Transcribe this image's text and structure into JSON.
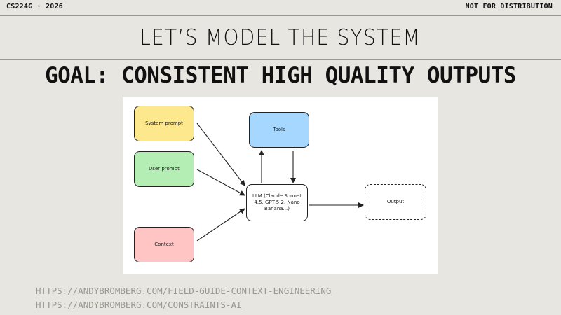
{
  "header": {
    "course": "CS224G · 2026",
    "notice": "NOT FOR DISTRIBUTION"
  },
  "slide": {
    "title": "LET’S MODEL THE SYSTEM",
    "subtitle": "GOAL: CONSISTENT HIGH QUALITY OUTPUTS"
  },
  "diagram": {
    "nodes": {
      "system_prompt": "System prompt",
      "user_prompt": "User prompt",
      "context": "Context",
      "tools": "Tools",
      "llm": "LLM (Claude Sonnet 4.5, GPT-5.2, Nano Banana...)",
      "output": "Output"
    },
    "colors": {
      "system_prompt": "#fde88d",
      "user_prompt": "#b4eeb4",
      "context": "#ffc5c5",
      "tools": "#a5d7ff",
      "llm": "#ffffff",
      "output": "#ffffff"
    }
  },
  "links": [
    "HTTPS://ANDYBROMBERG.COM/FIELD-GUIDE-CONTEXT-ENGINEERING",
    "HTTPS://ANDYBROMBERG.COM/CONSTRAINTS-AI"
  ]
}
